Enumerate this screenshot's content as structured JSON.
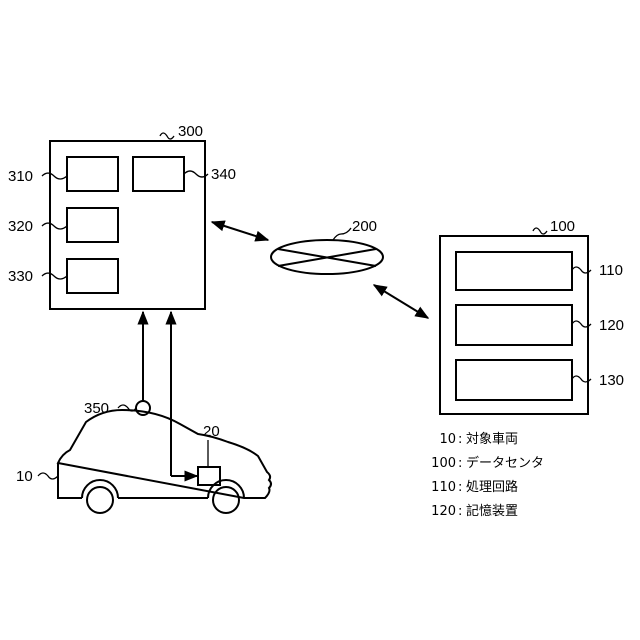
{
  "labels": {
    "server": "300",
    "proc_a": "310",
    "proc_b": "320",
    "proc_c": "330",
    "proc_d": "340",
    "network": "200",
    "datacenter": "100",
    "dc_1": "110",
    "dc_2": "120",
    "dc_3": "130",
    "sensor": "350",
    "device": "20",
    "vehicle": "10"
  },
  "legend": [
    {
      "id": "10",
      "text": "対象車両"
    },
    {
      "id": "100",
      "text": "データセンタ"
    },
    {
      "id": "110",
      "text": "処理回路"
    },
    {
      "id": "120",
      "text": "記憶装置"
    }
  ],
  "legend_separator": ":"
}
